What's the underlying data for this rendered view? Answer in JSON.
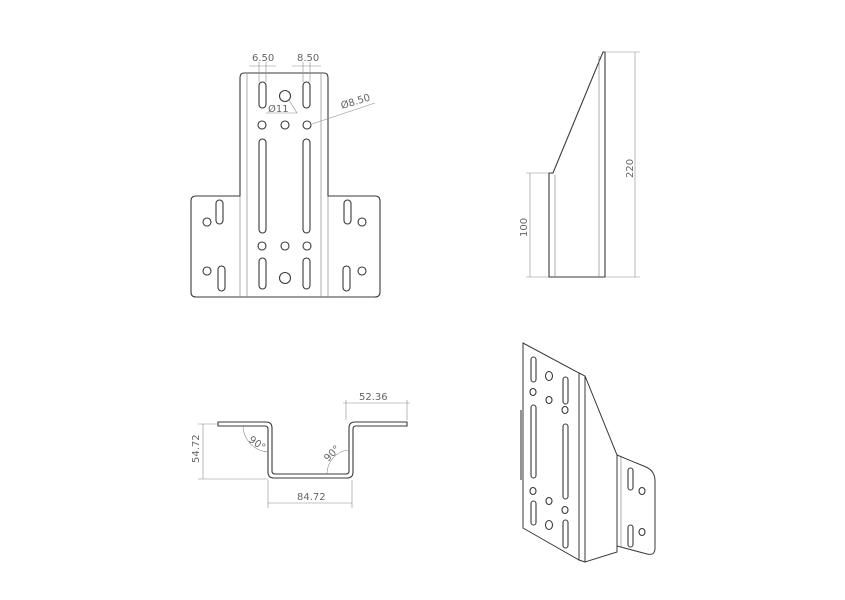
{
  "front_view": {
    "dim_slot_width_left": "6.50",
    "dim_slot_width_right": "8.50",
    "dim_large_hole": "Ø11",
    "dim_small_hole": "Ø8.50"
  },
  "side_view": {
    "dim_total_height": "220",
    "dim_lower_height": "100"
  },
  "profile_view": {
    "dim_depth": "54.72",
    "dim_channel_width": "84.72",
    "dim_flange_length": "52.36",
    "angle_left": "90°",
    "angle_right": "90°"
  }
}
